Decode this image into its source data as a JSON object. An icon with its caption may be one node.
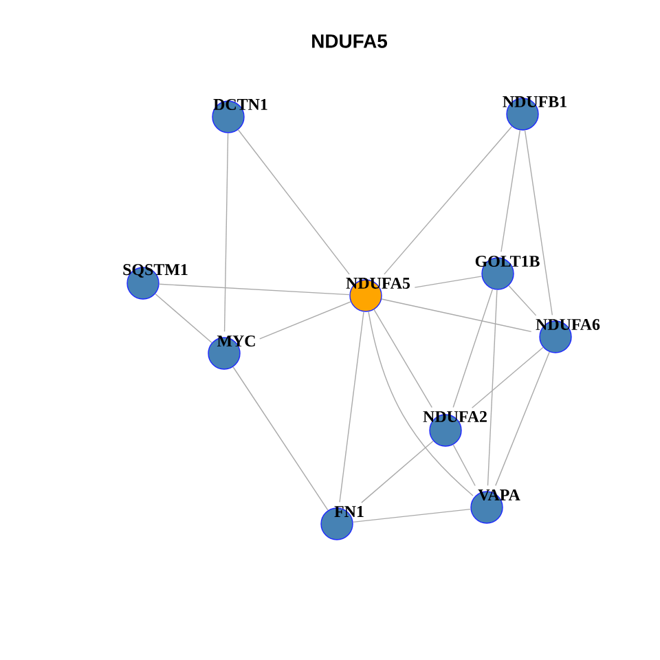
{
  "diagram": {
    "title": "NDUFA5",
    "nodes": [
      {
        "text": [
          "DCTN1"
        ]
      },
      {
        "text": [
          "NDUFB1"
        ]
      },
      {
        "text": [
          "SQSTM1"
        ]
      },
      {
        "text": [
          "NDUFA5"
        ]
      },
      {
        "text": [
          "GOLT1B"
        ]
      },
      {
        "text": [
          "MYC"
        ]
      },
      {
        "text": [
          "NDUFA6"
        ]
      },
      {
        "text": [
          "NDUFA2"
        ]
      },
      {
        "text": [
          "FN1"
        ]
      },
      {
        "text": [
          "VAPA"
        ]
      }
    ],
    "edges": [
      {
        "from": 0,
        "to": 5,
        "arrow": "none"
      },
      {
        "from": 0,
        "to": 3,
        "arrow": "none"
      },
      {
        "from": 1,
        "to": 3,
        "arrow": "none"
      },
      {
        "from": 1,
        "to": 4,
        "arrow": "none"
      },
      {
        "from": 1,
        "to": 6,
        "arrow": "none"
      },
      {
        "from": 2,
        "to": 3,
        "arrow": "none"
      },
      {
        "from": 2,
        "to": 5,
        "arrow": "none"
      },
      {
        "from": 3,
        "to": 5,
        "arrow": "none"
      },
      {
        "from": 3,
        "to": 4,
        "arrow": "none"
      },
      {
        "from": 3,
        "to": 6,
        "arrow": "none"
      },
      {
        "from": 3,
        "to": 8,
        "arrow": "none"
      },
      {
        "from": 3,
        "to": 7,
        "arrow": "none"
      },
      {
        "from": 3,
        "to": 9,
        "arrow": "none"
      },
      {
        "from": 4,
        "to": 6,
        "arrow": "none"
      },
      {
        "from": 4,
        "to": 7,
        "arrow": "none"
      },
      {
        "from": 4,
        "to": 9,
        "arrow": "none"
      },
      {
        "from": 6,
        "to": 7,
        "arrow": "none"
      },
      {
        "from": 6,
        "to": 9,
        "arrow": "none"
      },
      {
        "from": 7,
        "to": 8,
        "arrow": "none"
      },
      {
        "from": 7,
        "to": 9,
        "arrow": "none"
      },
      {
        "from": 5,
        "to": 8,
        "arrow": "none"
      },
      {
        "from": 8,
        "to": 9,
        "arrow": "none"
      }
    ]
  }
}
